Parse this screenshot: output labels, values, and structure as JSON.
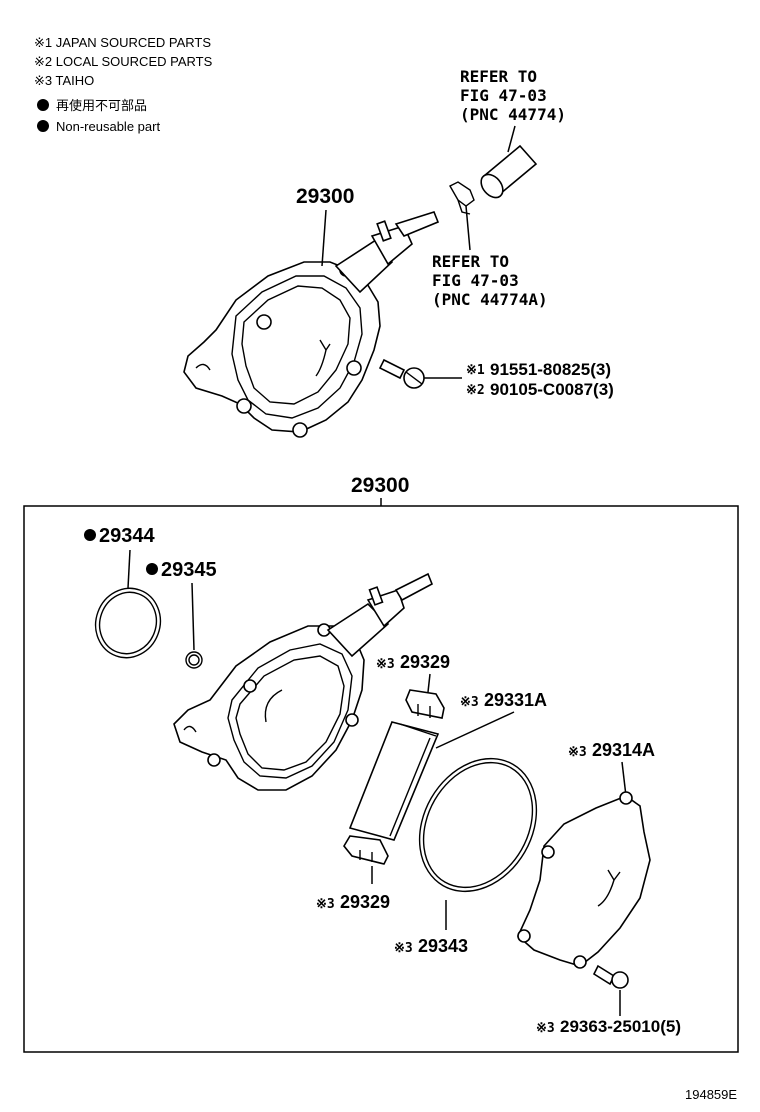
{
  "legend": {
    "note1": "※1 JAPAN SOURCED PARTS",
    "note2": "※2 LOCAL SOURCED PARTS",
    "note3": "※3 TAIHO",
    "nonreusable_jp": "再使用不可部品",
    "nonreusable_en": "Non-reusable part"
  },
  "refs": {
    "ref1_line1": "REFER TO",
    "ref1_line2": "FIG 47-03",
    "ref1_line3": "(PNC 44774)",
    "ref2_line1": "REFER TO",
    "ref2_line2": "FIG 47-03",
    "ref2_line3": "(PNC 44774A)"
  },
  "top": {
    "pump_label": "29300",
    "bolt1_mark": "※1",
    "bolt1_pn": "91551-80825(3)",
    "bolt2_mark": "※2",
    "bolt2_pn": "90105-C0087(3)"
  },
  "box": {
    "title": "29300",
    "p29344": "29344",
    "p29345": "29345",
    "p29329a_mark": "※3",
    "p29329a": "29329",
    "p29331a_mark": "※3",
    "p29331a": "29331A",
    "p29314a_mark": "※3",
    "p29314a": "29314A",
    "p29329b_mark": "※3",
    "p29329b": "29329",
    "p29343_mark": "※3",
    "p29343": "29343",
    "p29363_mark": "※3",
    "p29363": "29363-25010(5)"
  },
  "footer_code": "194859E"
}
